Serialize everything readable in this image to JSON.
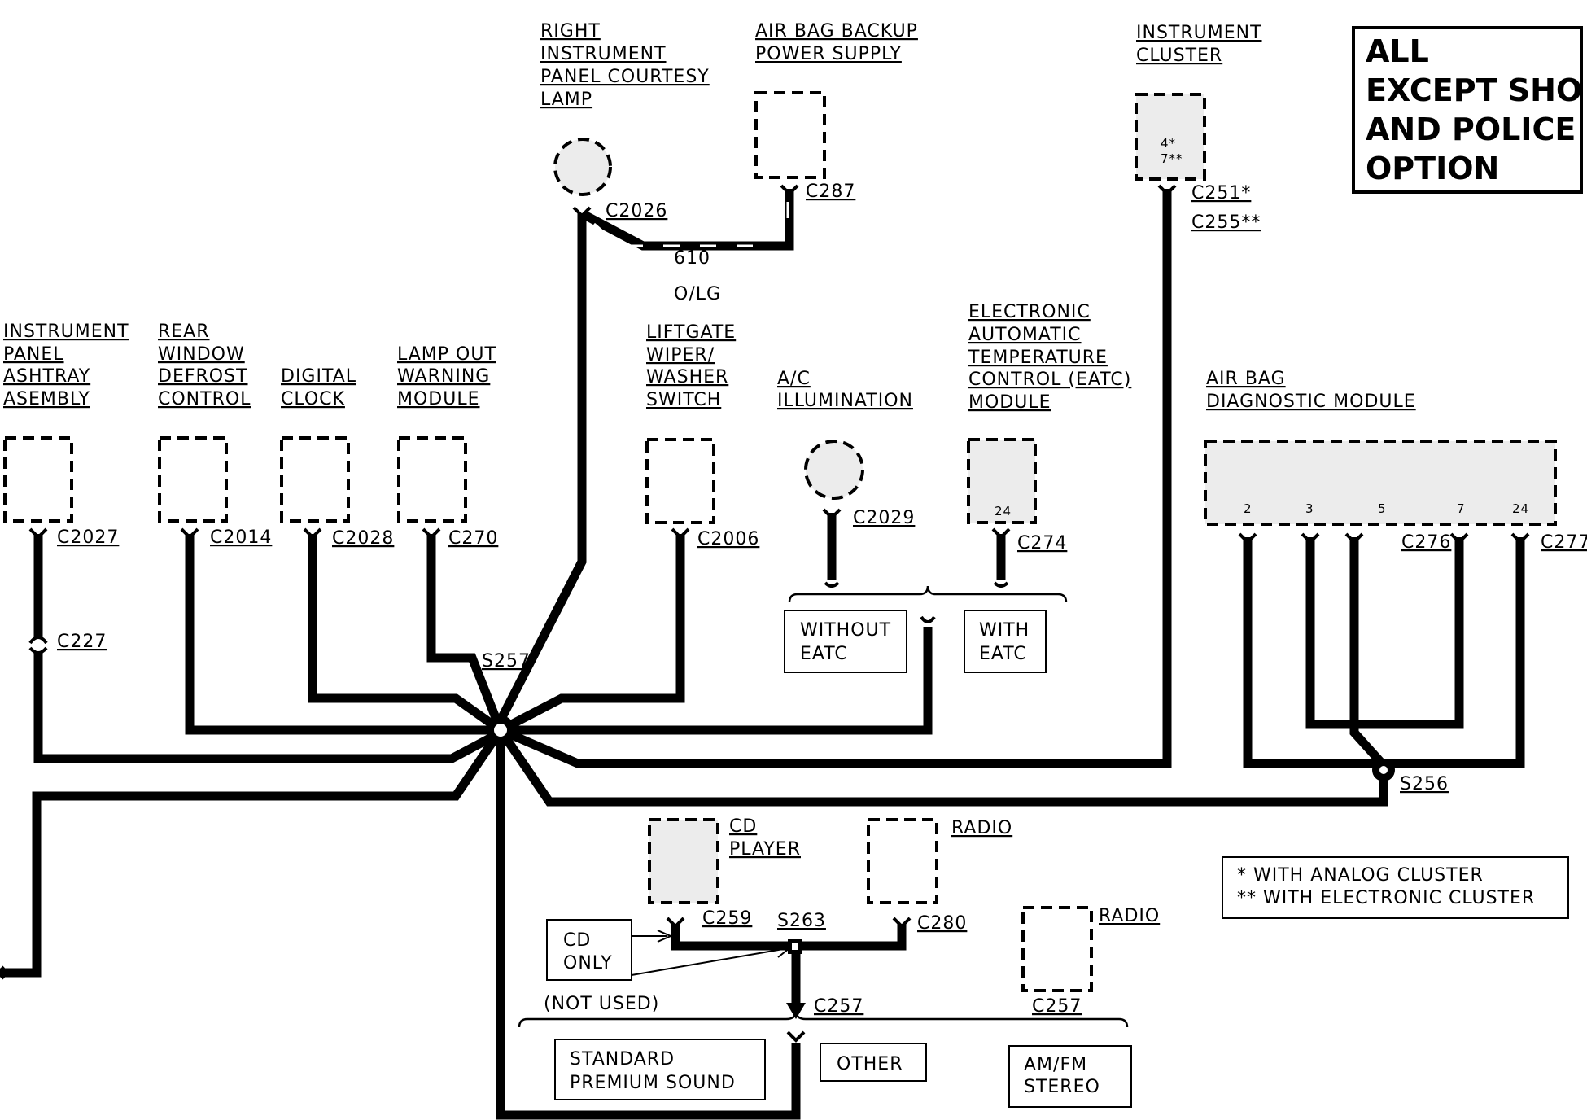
{
  "title": [
    "ALL",
    "EXCEPT SHO",
    "AND POLICE",
    "OPTION"
  ],
  "components": {
    "rh_courtesy_lamp": [
      "RIGHT",
      "INSTRUMENT",
      "PANEL COURTESY",
      "LAMP"
    ],
    "airbag_backup": [
      "AIR BAG BACKUP",
      "POWER SUPPLY"
    ],
    "instrument_cluster": [
      "INSTRUMENT",
      "CLUSTER"
    ],
    "ashtray": [
      "INSTRUMENT",
      "PANEL",
      "ASHTRAY",
      "ASEMBLY"
    ],
    "rear_defrost": [
      "REAR",
      "WINDOW",
      "DEFROST",
      "CONTROL"
    ],
    "digital_clock": [
      "DIGITAL",
      "CLOCK"
    ],
    "lamp_out": [
      "LAMP OUT",
      "WARNING",
      "MODULE"
    ],
    "liftgate": [
      "LIFTGATE",
      "WIPER/",
      "WASHER",
      "SWITCH"
    ],
    "ac_illum": [
      "A/C",
      "ILLUMINATION"
    ],
    "eatc": [
      "ELECTRONIC",
      "AUTOMATIC",
      "TEMPERATURE",
      "CONTROL (EATC)",
      "MODULE"
    ],
    "airbag_diag": [
      "AIR BAG",
      "DIAGNOSTIC MODULE"
    ],
    "cd_player": [
      "CD",
      "PLAYER"
    ],
    "radio1": "RADIO",
    "radio2": "RADIO"
  },
  "connectors": {
    "c2026": "C2026",
    "c287": "C287",
    "c251": "C251*",
    "c255": "C255**",
    "c2027": "C2027",
    "c227": "C227",
    "c2014": "C2014",
    "c2028": "C2028",
    "c270": "C270",
    "c2006": "C2006",
    "c2029": "C2029",
    "c274": "C274",
    "c276": "C276",
    "c277": "C277",
    "c259": "C259",
    "c280": "C280",
    "c257a": "C257",
    "c257b": "C257"
  },
  "splices": {
    "s257": "S257",
    "s256": "S256",
    "s263": "S263"
  },
  "wire": {
    "circuit": "610",
    "color": "O/LG"
  },
  "pins": {
    "cluster": [
      "4*",
      "7**"
    ],
    "eatc": "24",
    "airbag": [
      "2",
      "3",
      "5",
      "7",
      "24"
    ]
  },
  "option_boxes": {
    "without_eatc": [
      "WITHOUT",
      "EATC"
    ],
    "with_eatc": [
      "WITH",
      "EATC"
    ],
    "cd_only": [
      "CD",
      "ONLY"
    ],
    "not_used": "(NOT USED)",
    "std_premium": [
      "STANDARD",
      "PREMIUM SOUND"
    ],
    "other": "OTHER",
    "amfm": [
      "AM/FM",
      "STEREO"
    ]
  },
  "legend": [
    "* WITH ANALOG CLUSTER",
    "** WITH ELECTRONIC CLUSTER"
  ]
}
